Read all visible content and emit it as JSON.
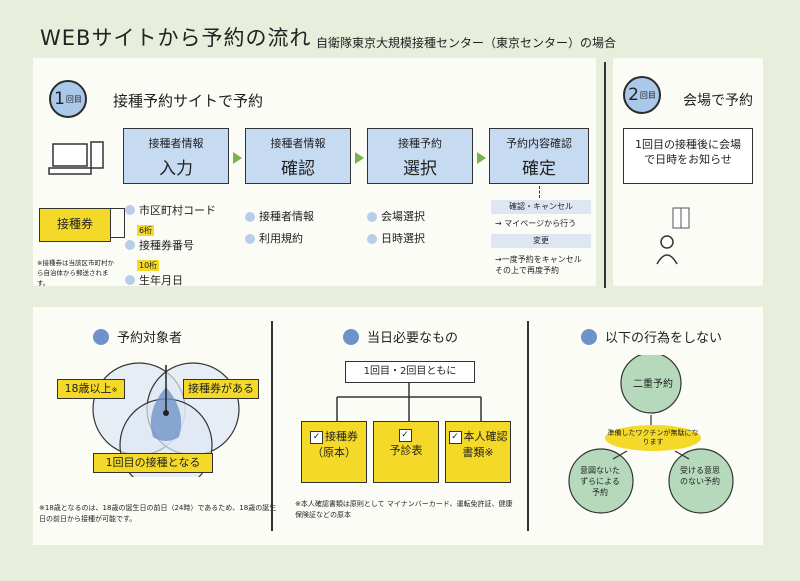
{
  "header": {
    "title": "WEBサイトから予約の流れ",
    "subtitle": "自衛隊東京大規模接種センター（東京センター）の場合"
  },
  "step1": {
    "number": "1",
    "unit": "回目",
    "title": "接種予約サイトで予約",
    "steps": [
      {
        "line1": "接種者情報",
        "line2": "入力"
      },
      {
        "line1": "接種者情報",
        "line2": "確認"
      },
      {
        "line1": "接種予約",
        "line2": "選択"
      },
      {
        "line1": "予約内容確認",
        "line2": "確定"
      }
    ],
    "ticket_label": "接種券",
    "ticket_note": "※接種券は当該区市町村から自治体から郵送されます。",
    "input_items": [
      {
        "label": "市区町村コード",
        "digits": "6桁"
      },
      {
        "label": "接種券番号",
        "digits": "10桁"
      },
      {
        "label": "生年月日",
        "digits": ""
      }
    ],
    "confirm_items": [
      "接種者情報",
      "利用規約"
    ],
    "select_items": [
      "会場選択",
      "日時選択"
    ],
    "after_confirm": {
      "box1": "確認・キャンセル",
      "arrow1": "→ マイページから行う",
      "box2": "変更",
      "arrow2": "→一度予約をキャンセル その上で再度予約"
    }
  },
  "step2": {
    "number": "2",
    "unit": "回目",
    "title": "会場で予約",
    "notice": "1回目の接種後に会場で日時をお知らせ"
  },
  "targets": {
    "heading": "予約対象者",
    "circle1": "18歳以上",
    "circle1_mark": "※",
    "circle2": "接種券がある",
    "circle3": "1回目の接種となる",
    "note": "※18歳となるのは、18歳の誕生日の前日（24時）であるため、18歳の誕生日の前日から接種が可能です。"
  },
  "needs": {
    "heading": "当日必要なもの",
    "top_box": "1回目・2回目ともに",
    "items": [
      {
        "line1": "接種券",
        "line2": "（原本）"
      },
      {
        "line1": "予診表",
        "line2": ""
      },
      {
        "line1": "本人確認",
        "line2": "書類※"
      }
    ],
    "note": "※本人確認書類は原則として マイナンバーカード、運転免許証、健康保険証などの原本"
  },
  "dont": {
    "heading": "以下の行為をしない",
    "circle_top": "二重予約",
    "center_note": "準備したワクチンが無駄になります",
    "circle_left": "意図ないたずらによる予約",
    "circle_right": "受ける意思のない予約"
  }
}
